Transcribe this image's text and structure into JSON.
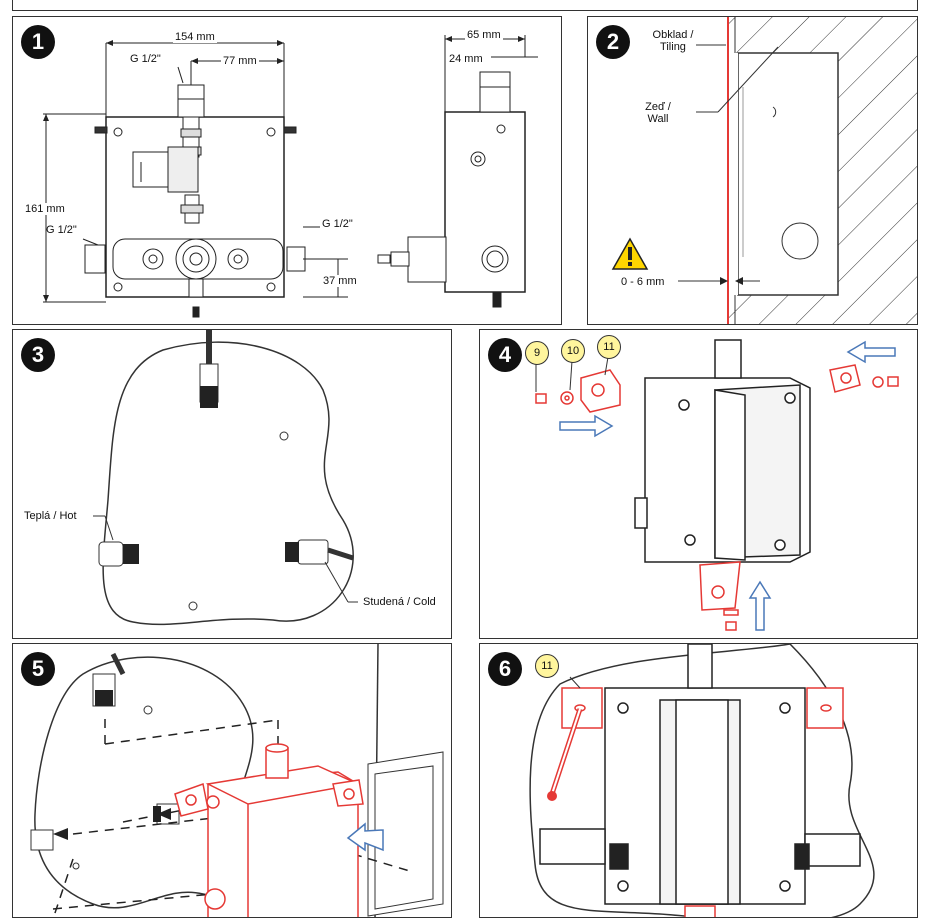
{
  "panels": {
    "p1": {
      "number": "1",
      "dims": {
        "width_154": "154 mm",
        "width_77": "77 mm",
        "width_65": "65 mm",
        "width_24": "24 mm",
        "height_161": "161 mm",
        "height_37": "37 mm"
      },
      "threads": {
        "top": "G 1/2\"",
        "left": "G 1/2\"",
        "right": "G 1/2\""
      }
    },
    "p2": {
      "number": "2",
      "tiling": "Obklad /\nTiling",
      "wall": "Zeď /\nWall",
      "gap": "0 - 6 mm"
    },
    "p3": {
      "number": "3",
      "hot": "Teplá / Hot",
      "cold": "Studená / Cold"
    },
    "p4": {
      "number": "4",
      "callouts": [
        "9",
        "10",
        "11"
      ]
    },
    "p5": {
      "number": "5"
    },
    "p6": {
      "number": "6",
      "callout": "11"
    }
  },
  "colors": {
    "accent_red": "#e53935",
    "arrow_blue": "#4a78b8",
    "callout_yellow": "#fff59d",
    "warning_yellow": "#ffd600"
  }
}
